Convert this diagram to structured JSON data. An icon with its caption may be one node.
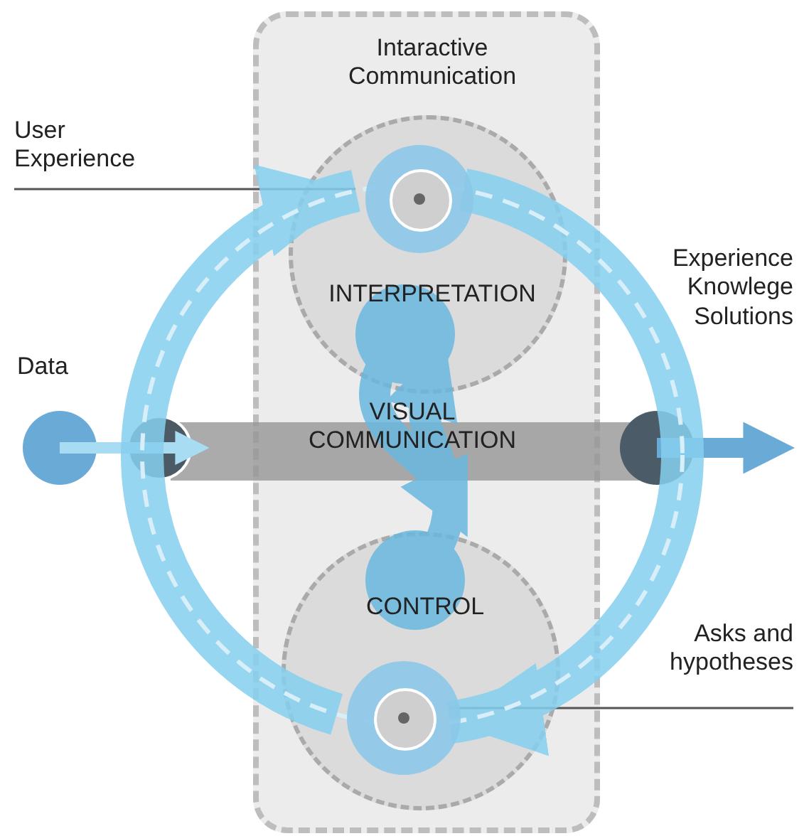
{
  "diagram": {
    "nodes": [
      {
        "text": [
          "Intaractive Communication"
        ]
      },
      {
        "text": [
          "INTERPRETATION"
        ],
        "in": 0
      },
      {
        "text": [
          "CONTROL"
        ],
        "in": 0
      },
      {
        "text": [
          "VISUAL COMMUNICATION"
        ]
      },
      {
        "text": [
          "User Experience"
        ]
      },
      {
        "text": [],
        "shape": "circle",
        "in": 1
      },
      {
        "text": [
          "Asks and hypotheses"
        ]
      },
      {
        "text": [],
        "shape": "circle",
        "in": 2
      }
    ],
    "edges": [
      {
        "from": 4,
        "to": 5,
        "arrow": "none"
      },
      {
        "from": 6,
        "to": 7,
        "arrow": "none"
      },
      {
        "from": 7,
        "to": 5,
        "arrow": "to",
        "style": "thick",
        "color": "#86d0ef"
      },
      {
        "from": 5,
        "to": 7,
        "arrow": "to",
        "style": "thick",
        "color": "#86d0ef"
      }
    ],
    "labels": [
      "Data",
      "Experience Knowlege Solutions"
    ]
  }
}
